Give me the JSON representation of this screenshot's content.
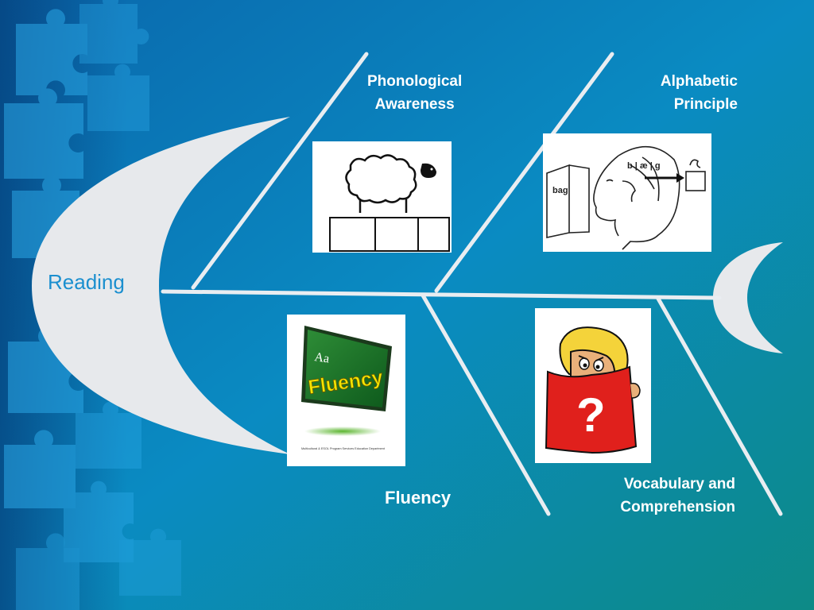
{
  "head_label": "Reading",
  "branches": {
    "phonological": "Phonological\nAwareness",
    "alphabetic": "Alphabetic\nPrinciple",
    "fluency": "Fluency",
    "vocabulary": "Vocabulary and\nComprehension"
  },
  "card_text": {
    "bag_word": "bag",
    "phonemes": "b | æ | g",
    "board_letters": "Aa",
    "board_word": "Fluency",
    "fine_print": "Multicultural & ESOL Program Services Education Department",
    "question_mark": "?"
  },
  "colors": {
    "bg_top": "#0a6fb0",
    "bg_bottom": "#0c8a8f",
    "lines": "#e9edf1",
    "head_text": "#1b8fcf",
    "label_text": "#ffffff",
    "book_red": "#e0201c"
  }
}
